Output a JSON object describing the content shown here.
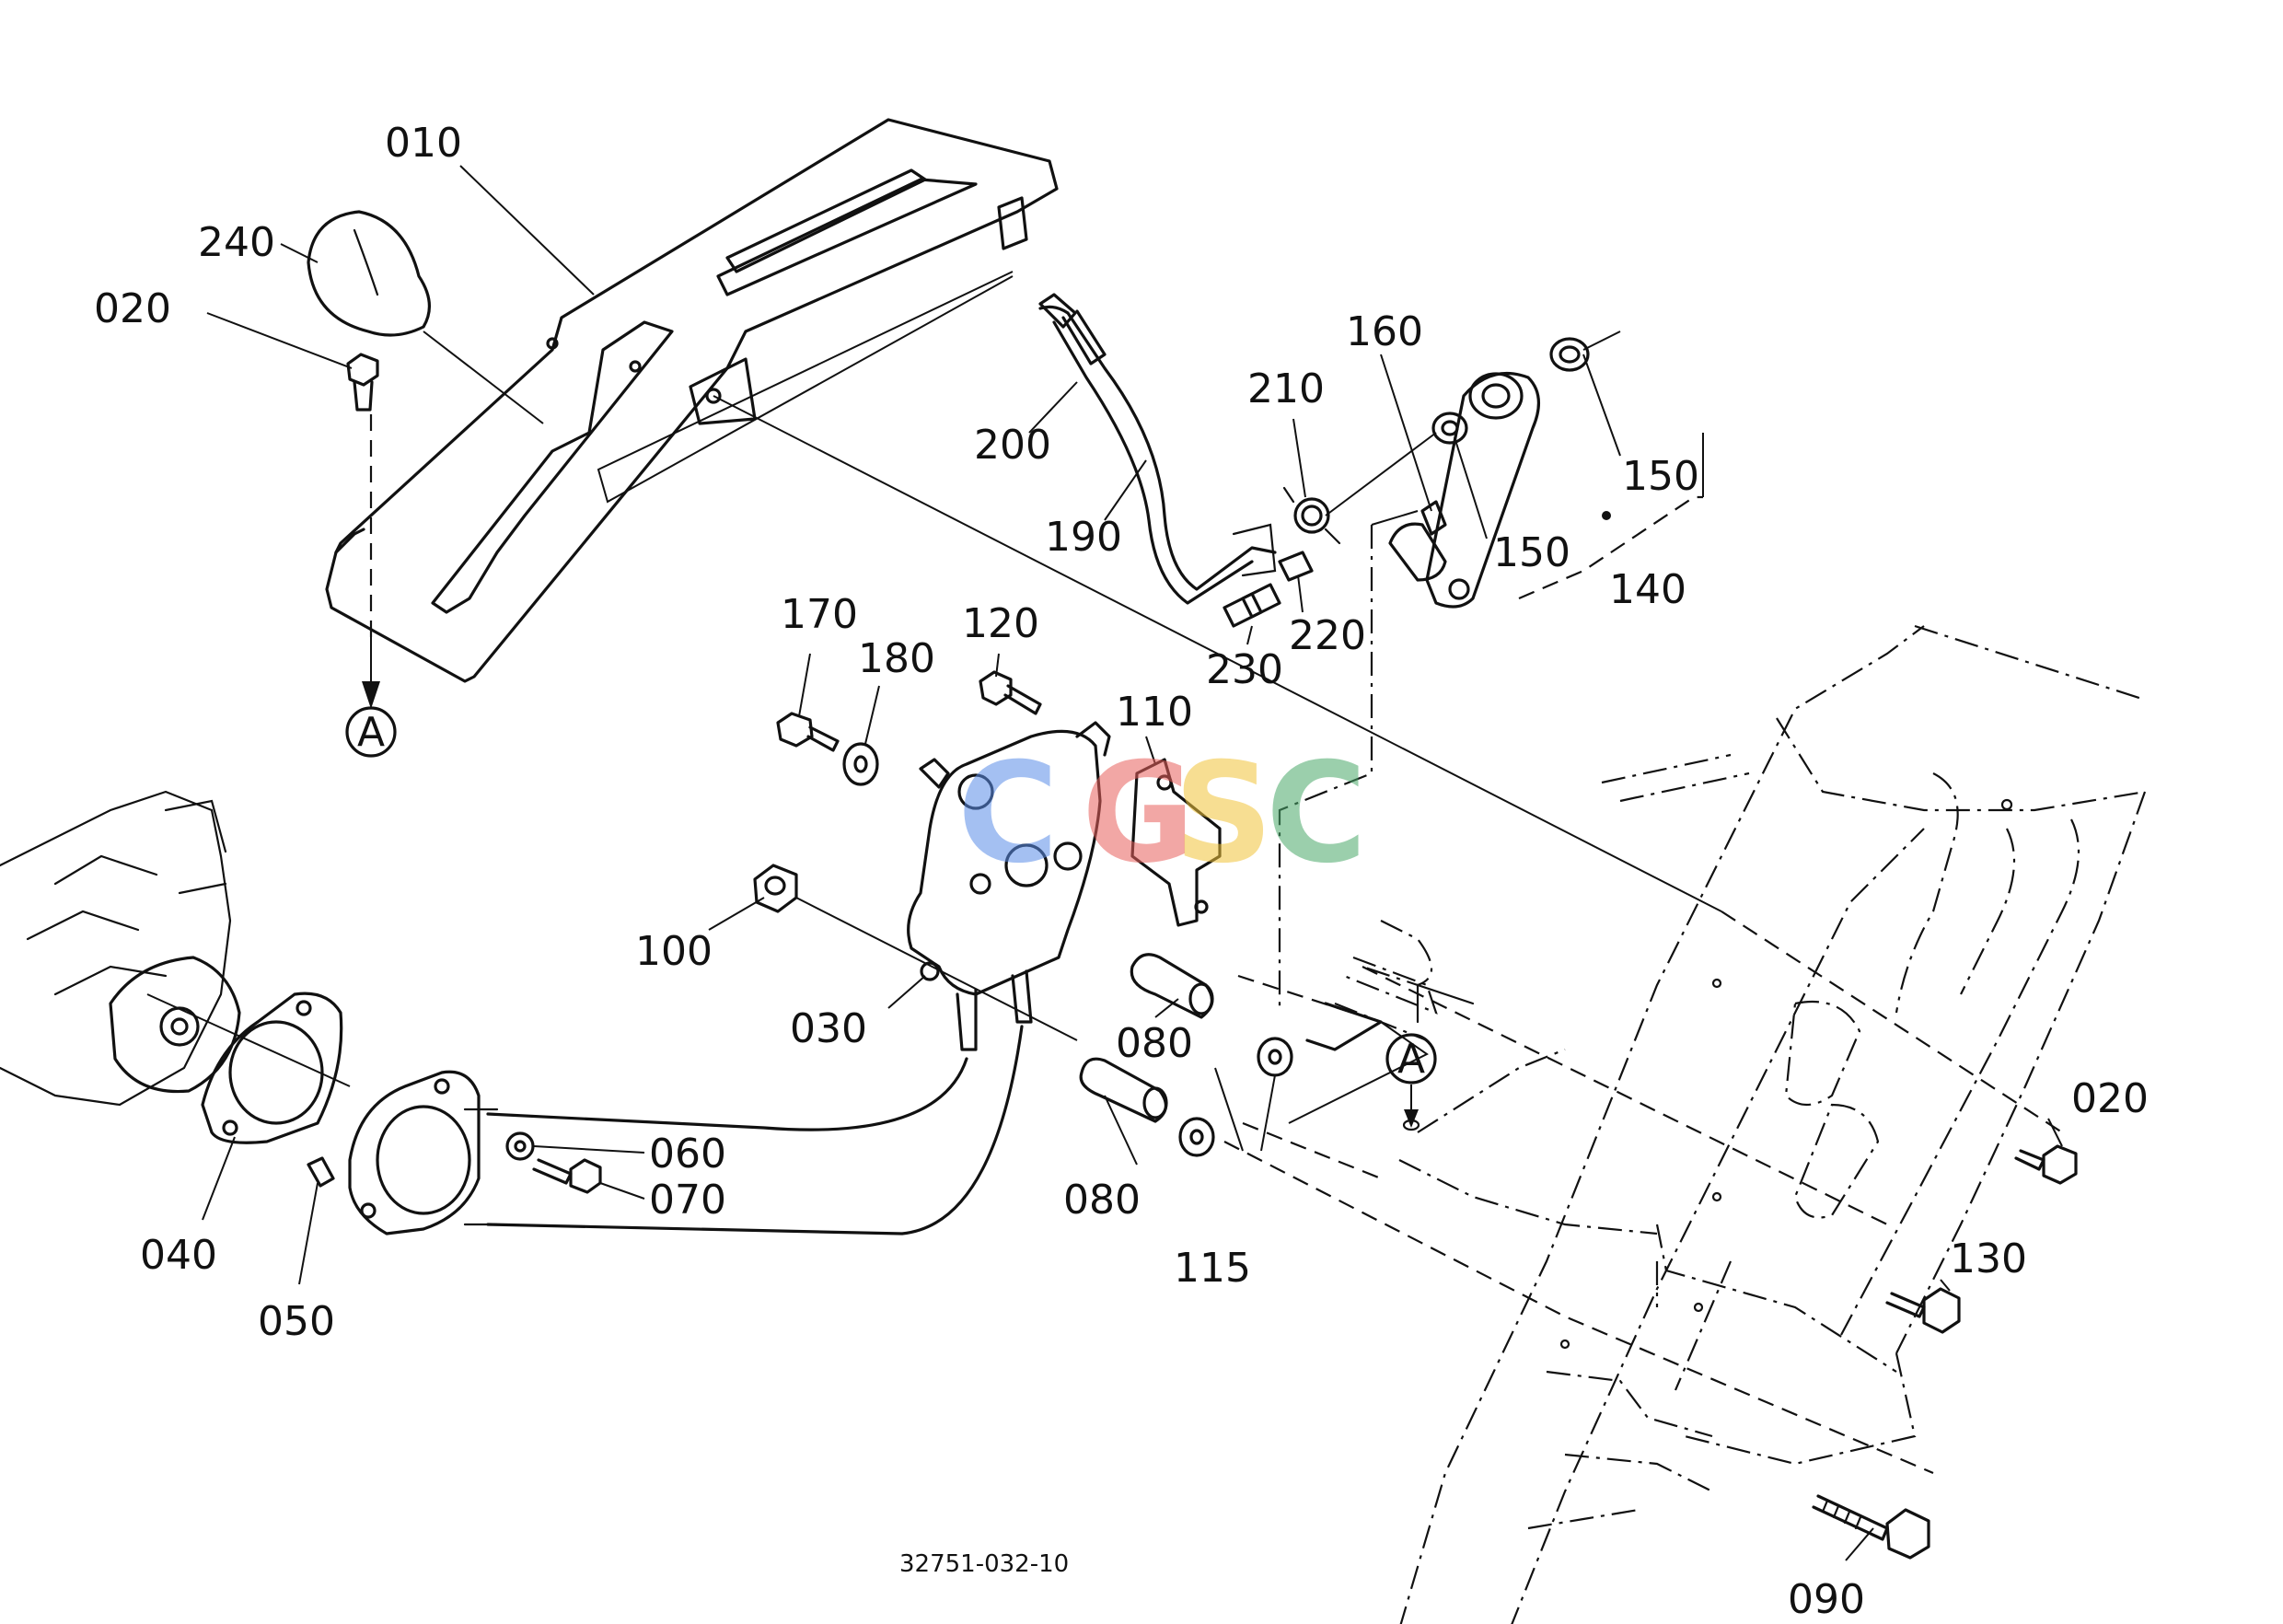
{
  "drawing_code": "32751-032-10",
  "reference_mark": "A",
  "watermark": {
    "letters": [
      "C",
      "G",
      "S",
      "C"
    ],
    "colors": [
      "#5b8de8",
      "#e8605c",
      "#f2c43a",
      "#4aa86a"
    ]
  },
  "callouts": {
    "p010": "010",
    "p240": "240",
    "p020a": "020",
    "p020b": "020",
    "p200": "200",
    "p190": "190",
    "p210": "210",
    "p160": "160",
    "p150a": "150",
    "p150b": "150",
    "p140": "140",
    "p220": "220",
    "p230": "230",
    "p170": "170",
    "p180": "180",
    "p120": "120",
    "p110": "110",
    "p100": "100",
    "p030": "030",
    "p080a": "080",
    "p080b": "080",
    "p060": "060",
    "p070": "070",
    "p040": "040",
    "p050": "050",
    "p115": "115",
    "p130": "130",
    "p090": "090"
  }
}
